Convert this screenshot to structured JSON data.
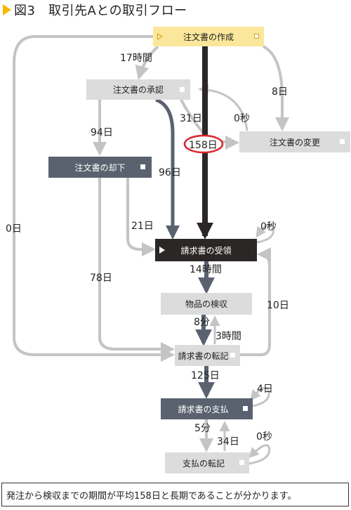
{
  "title": "図3　取引先Aとの取引フロー",
  "nodes": {
    "order_create": "注文書の作成",
    "order_approve": "注文書の承認",
    "order_reject": "注文書の却下",
    "order_change": "注文書の変更",
    "invoice_receive": "請求書の受領",
    "goods_inspect": "物品の検収",
    "invoice_transfer": "請求書の転記",
    "invoice_pay": "請求書の支払",
    "payment_transfer": "支払の転記"
  },
  "edge_labels": {
    "create_to_approve": "17時間",
    "create_to_change": "8日",
    "approve_to_reject": "94日",
    "approve_to_receive": "96日",
    "approve_to_change": "31日",
    "change_to_approve": "0秒",
    "highlight": "158日",
    "reject_to_receive": "21日",
    "create_to_transfer": "0日",
    "reject_to_transfer": "78日",
    "receive_self": "0秒",
    "receive_to_inspect": "14時間",
    "transfer_to_receive": "10日",
    "inspect_to_transfer": "8分",
    "transfer_to_inspect": "3時間",
    "transfer_to_pay": "125日",
    "pay_self": "4日",
    "pay_to_paytransfer": "5分",
    "paytransfer_to_pay": "34日",
    "paytransfer_self": "0秒"
  },
  "footer": "発注から検収までの期間が平均158日と長期であることが分かります。",
  "colors": {
    "accent_yellow": "#f5b800",
    "highlight_red": "#d9262c",
    "dark_node": "#5a6270",
    "black_node": "#2b2726",
    "edge_gray": "#c4c4c4"
  }
}
